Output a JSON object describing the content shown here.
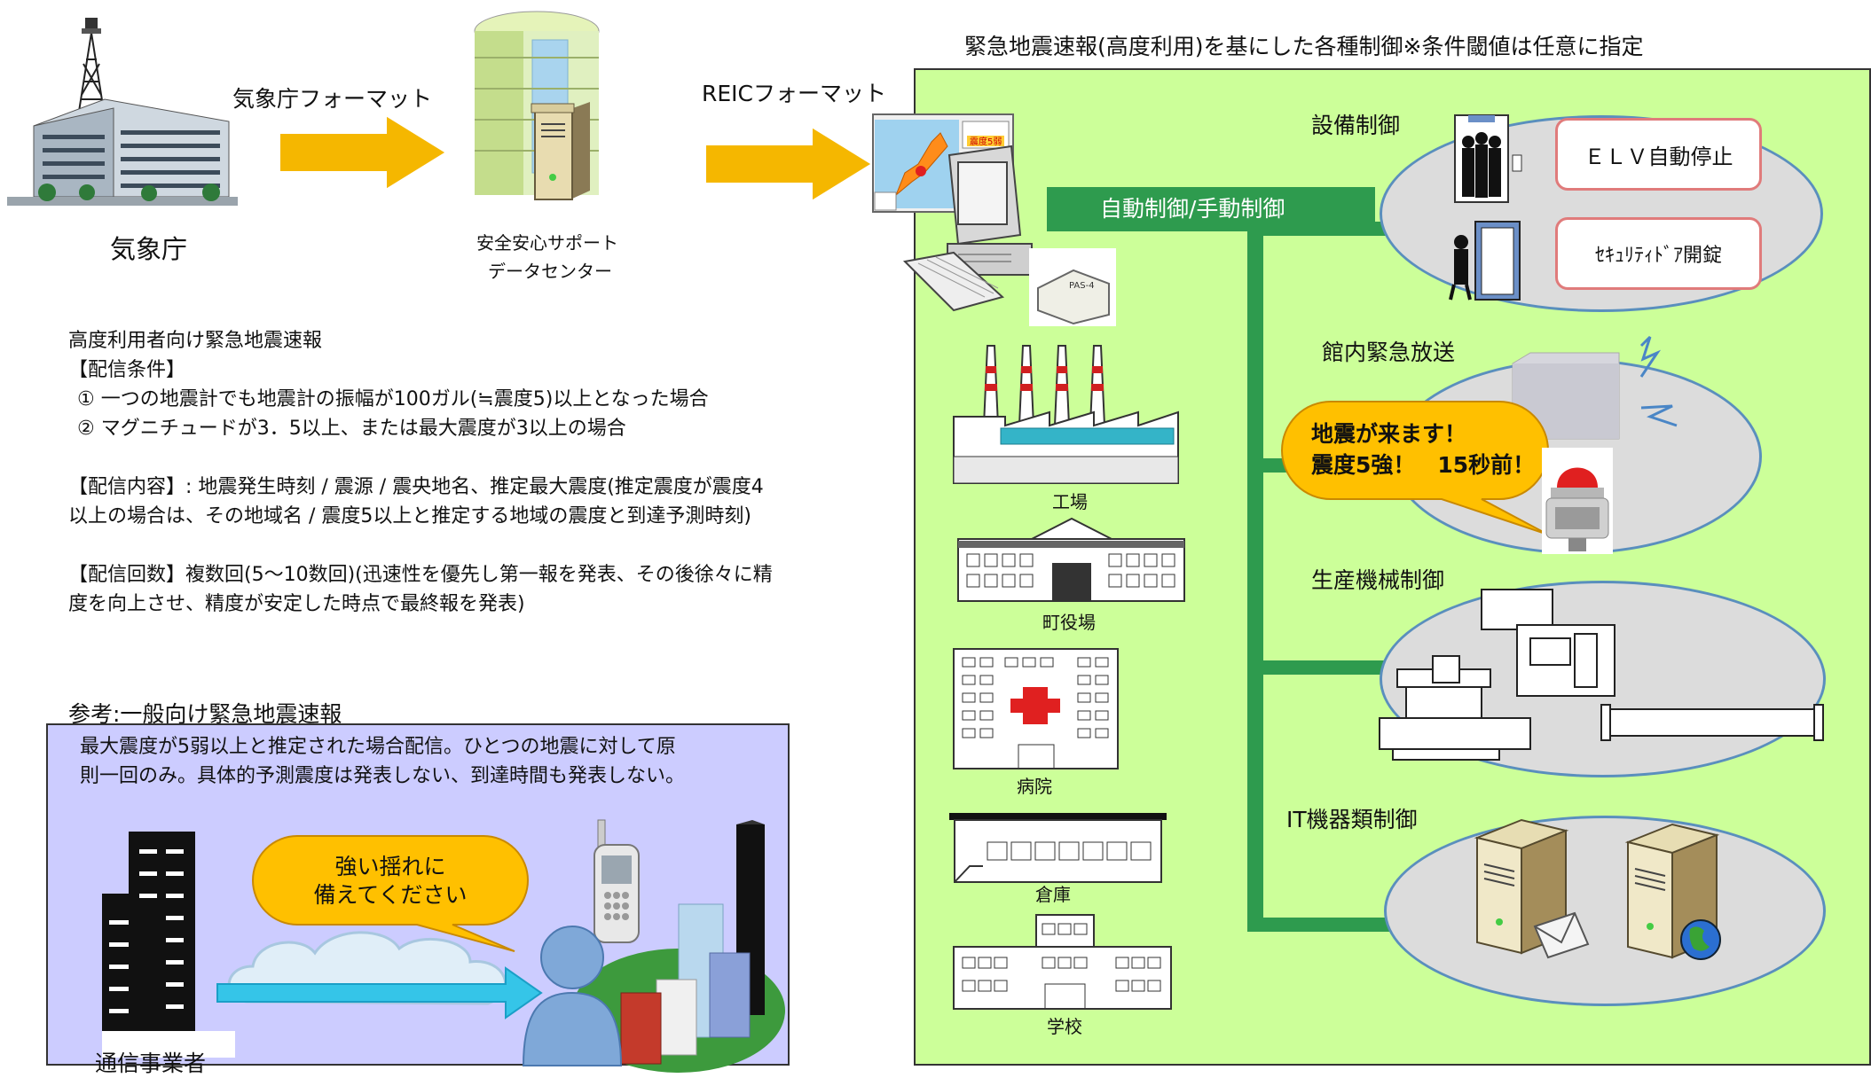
{
  "flow": {
    "jma": "気象庁",
    "jma_format": "気象庁フォーマット",
    "center_line1": "安全安心サポート",
    "center_line2": "データセンター",
    "reic_format": "REICフォーマット"
  },
  "advanced": {
    "title": "高度利用者向け緊急地震速報",
    "cond_head": "【配信条件】",
    "cond1": "① 一つの地震計でも地震計の振幅が100ガル(≒震度5)以上となった場合",
    "cond2": "② マグニチュードが3．5以上、または最大震度が3以上の場合",
    "content1": "【配信内容】: 地震発生時刻 / 震源 / 震央地名、推定最大震度(推定震度が震度4",
    "content2": "以上の場合は、その地域名 / 震度5以上と推定する地域の震度と到達予測時刻)",
    "count1": "【配信回数】複数回(5～10数回)(迅速性を優先し第一報を発表、その後徐々に精",
    "count2": "度を向上させ、精度が安定した時点で最終報を発表)"
  },
  "general": {
    "title": "参考:一般向け緊急地震速報",
    "desc1": "最大震度が5弱以上と推定された場合配信。ひとつの地震に対して原",
    "desc2": "則一回のみ。具体的予測震度は発表しない、到達時間も発表しない。",
    "bubble1": "強い揺れに",
    "bubble2": "備えてください",
    "carrier": "通信事業者"
  },
  "control": {
    "title": "緊急地震速報(高度利用)を基にした各種制御※条件閾値は任意に指定",
    "auto_manual": "自動制御/手動制御",
    "facility": "設備制御",
    "elv": "ＥＬＶ自動停止",
    "security": "ｾｷｭﾘﾃｨﾄﾞｱ開錠",
    "broadcast": "館内緊急放送",
    "bubble1": "地震が来ます！",
    "bubble2": "震度5強！　15秒前！",
    "production": "生産機械制御",
    "it": "IT機器類制御",
    "monitor_text": "震度5弱",
    "buildings": [
      "工場",
      "町役場",
      "病院",
      "倉庫",
      "学校"
    ]
  },
  "colors": {
    "arrow": "#f5b700",
    "panel_green": "#ccff99",
    "bar_green": "#2e9b4e",
    "general_panel": "#ccccff",
    "bubble": "#ffc000"
  }
}
